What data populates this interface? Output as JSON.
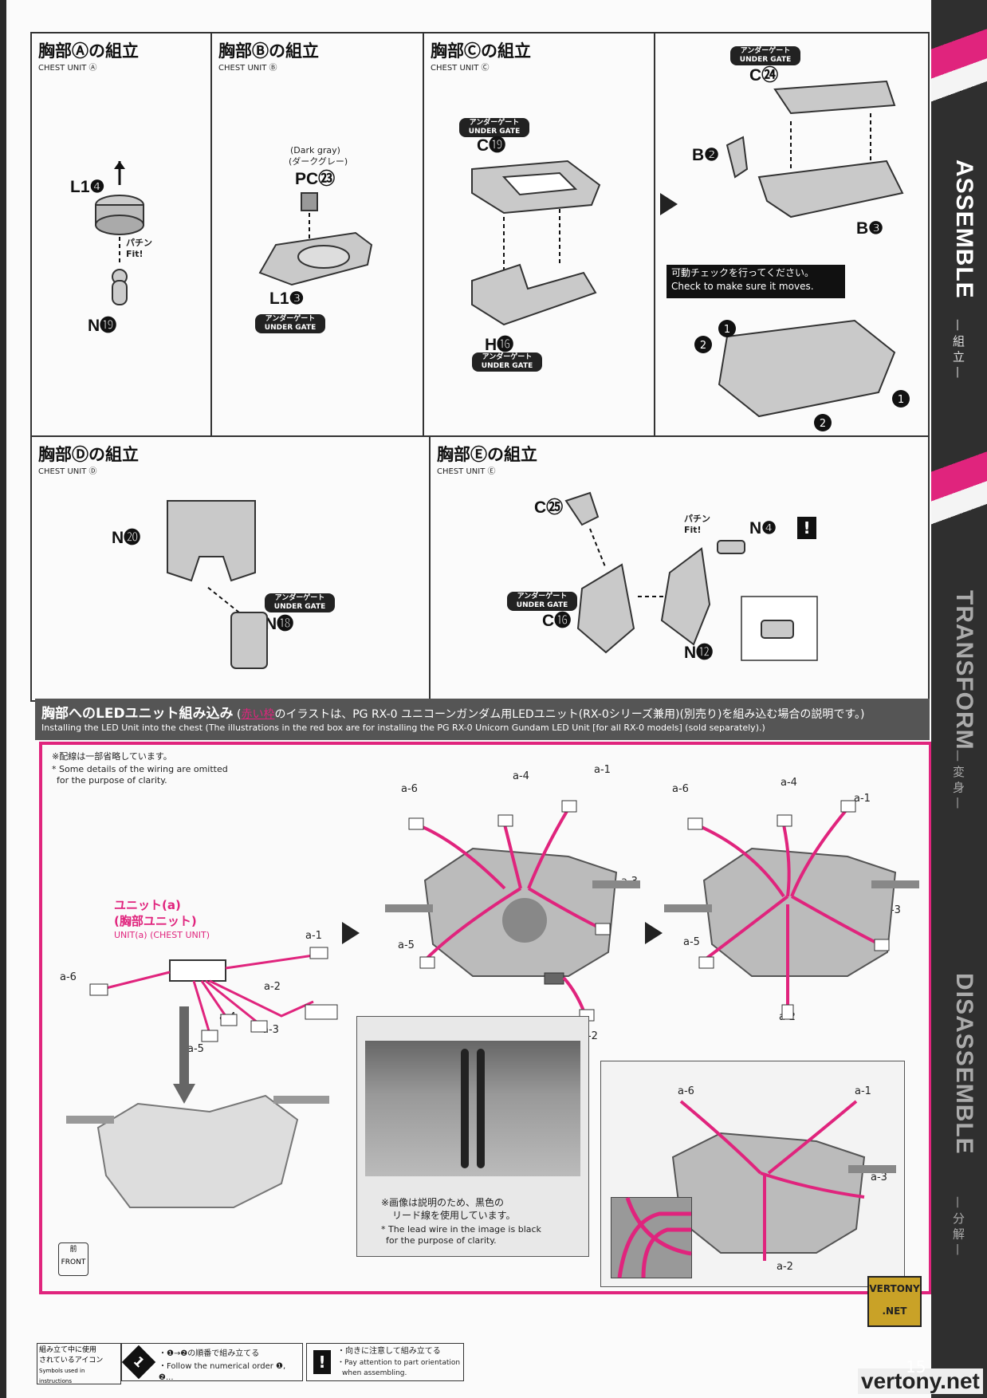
{
  "sidebar": {
    "assemble": "ASSEMBLE",
    "assemble_sub": "— 組 立 —",
    "transform": "TRANSFORM",
    "transform_sub": "— 変 身 —",
    "disassemble": "DISASSEMBLE",
    "disassemble_sub": "— 分 解 —"
  },
  "sections": {
    "a": {
      "title": "胸部Ⓐの組立",
      "sub": "CHEST UNIT Ⓐ",
      "parts": [
        "L1❹",
        "N⓳"
      ],
      "fit": "パチン Fit!"
    },
    "b": {
      "title": "胸部Ⓑの組立",
      "sub": "CHEST UNIT Ⓑ",
      "color_en": "(Dark gray)",
      "color_jp": "(ダークグレー)",
      "parts": [
        "PC㉓",
        "L1❸"
      ],
      "gate": "アンダーゲート UNDER GATE"
    },
    "c": {
      "title": "胸部Ⓒの組立",
      "sub": "CHEST UNIT Ⓒ",
      "parts": [
        "C⓳",
        "H⓰",
        "C㉔",
        "B❷",
        "B❸"
      ],
      "gate": "アンダーゲート UNDER GATE",
      "check_jp": "可動チェックを行ってください。",
      "check_en": "Check to make sure it moves.",
      "steps": [
        "❶",
        "❷"
      ]
    },
    "d": {
      "title": "胸部Ⓓの組立",
      "sub": "CHEST UNIT Ⓓ",
      "parts": [
        "N⓴",
        "N⓲"
      ],
      "gate": "アンダーゲート UNDER GATE"
    },
    "e": {
      "title": "胸部Ⓔの組立",
      "sub": "CHEST UNIT Ⓔ",
      "parts": [
        "C㉕",
        "N❹",
        "C⓰",
        "N⓬"
      ],
      "gate": "アンダーゲート UNDER GATE",
      "fit": "パチン Fit!",
      "warn": "!"
    }
  },
  "led": {
    "header_jp_1": "胸部へのLEDユニット組み込み",
    "header_jp_red": "赤い枠",
    "header_jp_2": "のイラストは、PG RX-0 ユニコーンガンダム用LEDユニット(RX-0シリーズ兼用)(別売り)を組み込む場合の説明です。)",
    "header_jp_open": "(",
    "header_en": "Installing the LED Unit into the chest (The illustrations in the red box are for installing the PG RX-0 Unicorn Gundam LED Unit [for all RX-0 models] (sold separately).)",
    "note_jp": "※配線は一部省略しています。",
    "note_en_1": "* Some details of the wiring are omitted",
    "note_en_2": "for the purpose of clarity.",
    "unit_jp_1": "ユニット(a)",
    "unit_jp_2": "(胸部ユニット)",
    "unit_en": "UNIT(a) (CHEST UNIT)",
    "wires": [
      "a-1",
      "a-2",
      "a-3",
      "a-4",
      "a-5",
      "a-6"
    ],
    "front_jp": "前",
    "front_en": "FRONT",
    "img_note_jp_1": "※画像は説明のため、黒色の",
    "img_note_jp_2": "リード線を使用しています。",
    "img_note_en_1": "* The lead wire in the image is black",
    "img_note_en_2": "for the purpose of clarity."
  },
  "footer": {
    "icons_jp_1": "組み立て中に使用",
    "icons_jp_2": "されているアイコン",
    "icons_en": "Symbols used in instructions",
    "order_jp": "・❶→❷の順番で組み立てる",
    "order_en": "・Follow the numerical order ❶, ❷...",
    "orient_jp": "・向きに注意して組み立てる",
    "orient_en_1": "・Pay attention to part orientation",
    "orient_en_2": "when assembling.",
    "icon_one": "1",
    "icon_warn": "!",
    "page": "15",
    "site": "vertony.net",
    "logo": "VERTONY .NET"
  },
  "colors": {
    "accent": "#e0247d",
    "dark": "#2f2f2f",
    "part_gray": "#c9c9c9"
  }
}
